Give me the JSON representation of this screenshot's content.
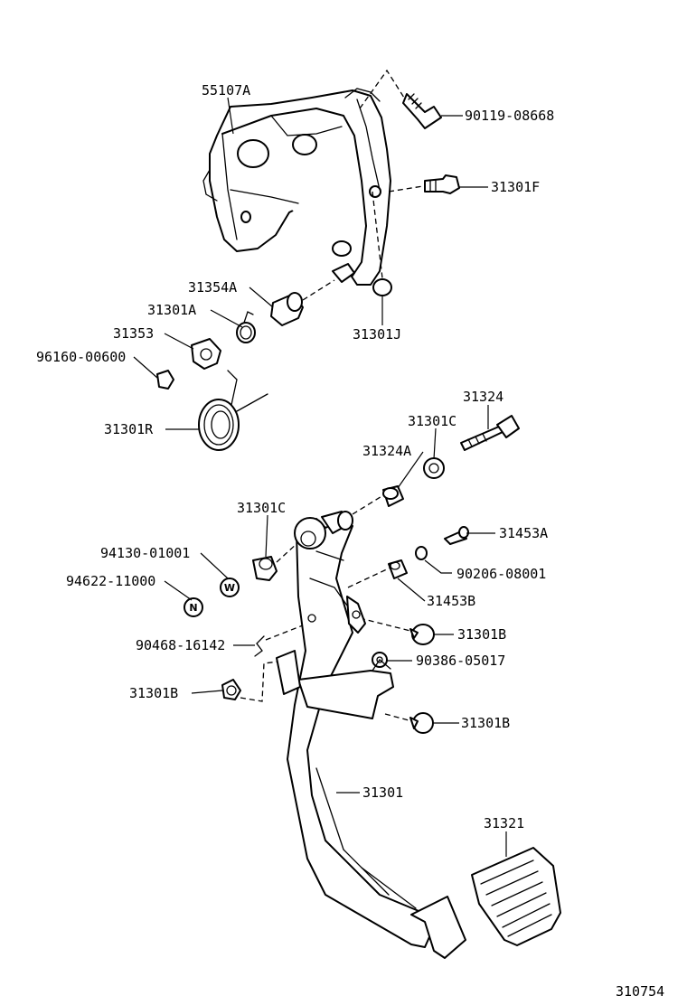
{
  "diagram_id": "310754",
  "parts": {
    "bracket": "55107A",
    "bolt_top": "90119-08668",
    "bolt_mid": "31301F",
    "bushing_a": "31354A",
    "nut_j": "31301J",
    "spring_small": "31301A",
    "clip": "31353",
    "clip_nut": "96160-00600",
    "return_spring": "31301R",
    "bolt_long": "31324",
    "cushion_c_top": "31301C",
    "collar": "31324A",
    "cushion_c": "31301C",
    "bolt_small": "31453A",
    "washer_w": "94130-01001",
    "washer_08001": "90206-08001",
    "nut_n": "94622-11000",
    "stopper_b": "31453B",
    "cushion_b_1": "31301B",
    "pin_clip": "90468-16142",
    "clip_05017": "90386-05017",
    "cushion_b_left": "31301B",
    "cushion_b_2": "31301B",
    "pedal_arm": "31301",
    "pedal_pad": "31321"
  },
  "annotations": {
    "w": "W",
    "n": "N"
  }
}
